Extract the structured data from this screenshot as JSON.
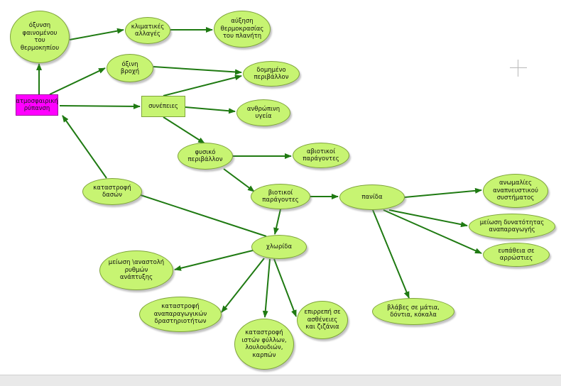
{
  "nodes": {
    "oxynsi_fainomenou": "όξυνση\nφαινομένου\nτου\nθερμοκηπίου",
    "klimatikes_allages": "κλιματικές\nαλλαγές",
    "afxisi_thermokrasias": "αύξηση\nθερμοκρασίας\nτου πλανήτη",
    "oxini_vroxi": "όξινη\nβροχή",
    "domimeno_perivallon": "δομημένο\nπεριβάλλον",
    "atmosfairiki_rypansi": "ατμοσφαιρική\nρύπανση",
    "synepeies": "συνέπειες",
    "anthropini_ygeia": "ανθρώπινη\nυγεία",
    "fysiko_perivallon": "φυσικό\nπεριβάλλον",
    "avioтikoi_paragontes": "αβιοτικοί\nπαράγοντες",
    "katastrofi_dason": "καταστροφή\nδασών",
    "viotikoi_paragontes": "βιοτικοί\nπαράγοντες",
    "panida": "πανίδα",
    "anomalies_anapneustikou": "ανωμαλίες\nαναπνευστικού\nσυστήματος",
    "meiosi_dynatotitas": "μείωση δυνατότητας\nαναπαραγωγής",
    "eypatheia": "ευπάθεια σε\nαρρώστιες",
    "chlorida": "χλωρίδα",
    "meiosi_anastoli": "μείωση \\αναστολή\nρυθμών\nανάπτυξης",
    "katastrofi_anaparagogikon": "καταστροφή\nαναπαραγωγικών\nδραστηριοτήτων",
    "katastrofi_iston": "καταστροφή\nιστών φύλλων,\nλουλουδιών,\nκαρπών",
    "epirrepi_astheneies": "επιρρεπή σε\nασθένειες\nκαι ζιζάνια",
    "vlaves_matia": "βλάβες σε μάτια,\nδόντια, κόκαλα"
  },
  "colors": {
    "node_fill": "#c7f472",
    "node_border": "#7ea43a",
    "root_fill": "#ff00ff",
    "arrow": "#1f7a12"
  }
}
